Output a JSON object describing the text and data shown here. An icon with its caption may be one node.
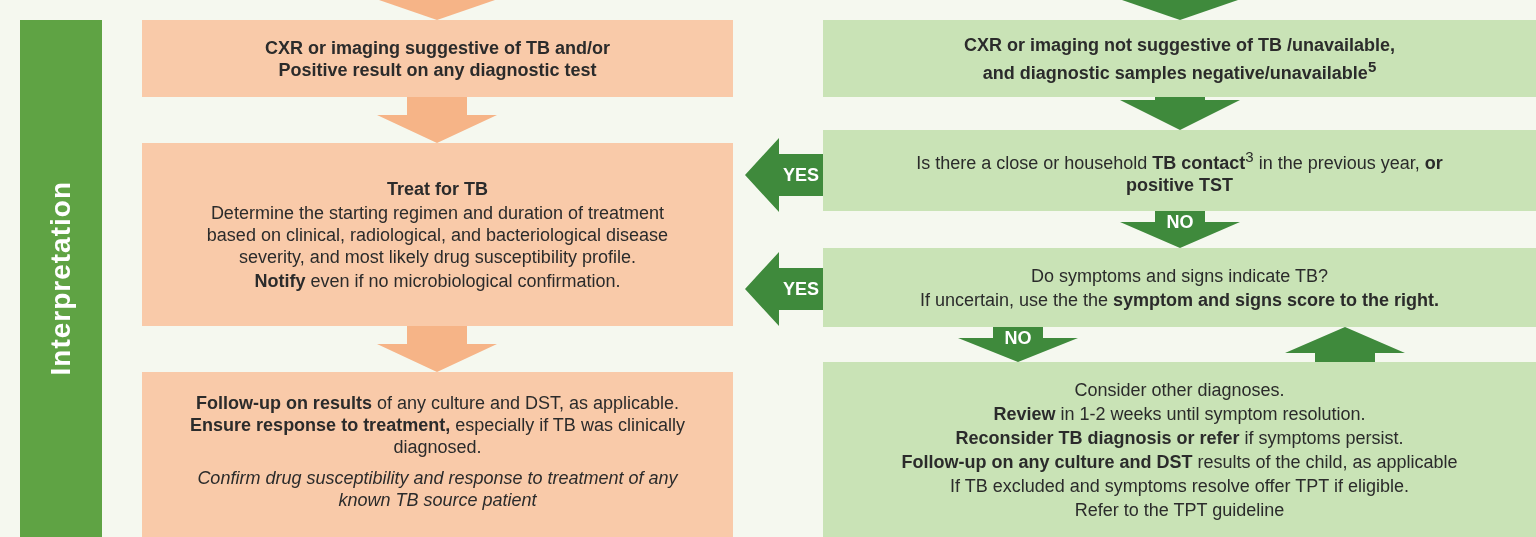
{
  "diagram": {
    "nodes": [
      {
        "text": [
          "Interpretation"
        ]
      },
      {
        "text": [
          "CXR or imaging suggestive of TB and/or Positive result on any diagnostic test"
        ]
      },
      {
        "text": [
          "Treat for TB",
          "Determine the starting regimen and duration of treatment based on clinical, radiological, and bacteriological disease severity, and most likely drug susceptibility profile.",
          "**Notify** even if no microbiological confirmation."
        ]
      },
      {
        "text": [
          "**Follow-up on results** of any culture and DST, as applicable. **Ensure response to treatment,** especially if TB was clinically diagnosed.",
          "Confirm drug susceptibility and response to treatment of any known TB source patient"
        ]
      },
      {
        "text": [
          "CXR or imaging not suggestive of TB /unavailable, and diagnostic samples negative/unavailable$^{5}$"
        ]
      },
      {
        "text": [
          "Is there a close or household **TB contact**$^{3}$ in the previous year, **or positive TST**"
        ]
      },
      {
        "text": [
          "Do symptoms and signs indicate TB?",
          "If uncertain, use the the **symptom and signs score to the right.**"
        ]
      },
      {
        "text": [
          "Consider other diagnoses.",
          "**Review** in 1-2 weeks until symptom resolution.",
          "**Reconsider TB diagnosis or refer** if symptoms persist.",
          "**Follow-up on any culture and DST** results of the child, as applicable",
          "If TB excluded and symptoms resolve offer TPT if eligible.",
          "Refer to the TPT guideline"
        ]
      }
    ],
    "edges": [
      {
        "from": null,
        "to": 1,
        "arrow": "to",
        "color": "#f6b487"
      },
      {
        "from": null,
        "to": 4,
        "arrow": "to"
      },
      {
        "from": 1,
        "to": 2,
        "arrow": "to",
        "color": "#f6b487"
      },
      {
        "from": 2,
        "to": 3,
        "arrow": "to",
        "color": "#f6b487"
      },
      {
        "from": 4,
        "to": 5,
        "arrow": "to"
      },
      {
        "from": 5,
        "to": 2,
        "arrow": "to",
        "label": "YES"
      },
      {
        "from": 5,
        "to": 6,
        "arrow": "to",
        "label": "NO"
      },
      {
        "from": 6,
        "to": 2,
        "arrow": "to",
        "label": "YES"
      },
      {
        "from": 6,
        "to": 7,
        "arrow": "to",
        "label": "NO"
      },
      {
        "from": 7,
        "to": 6,
        "arrow": "to"
      }
    ]
  }
}
